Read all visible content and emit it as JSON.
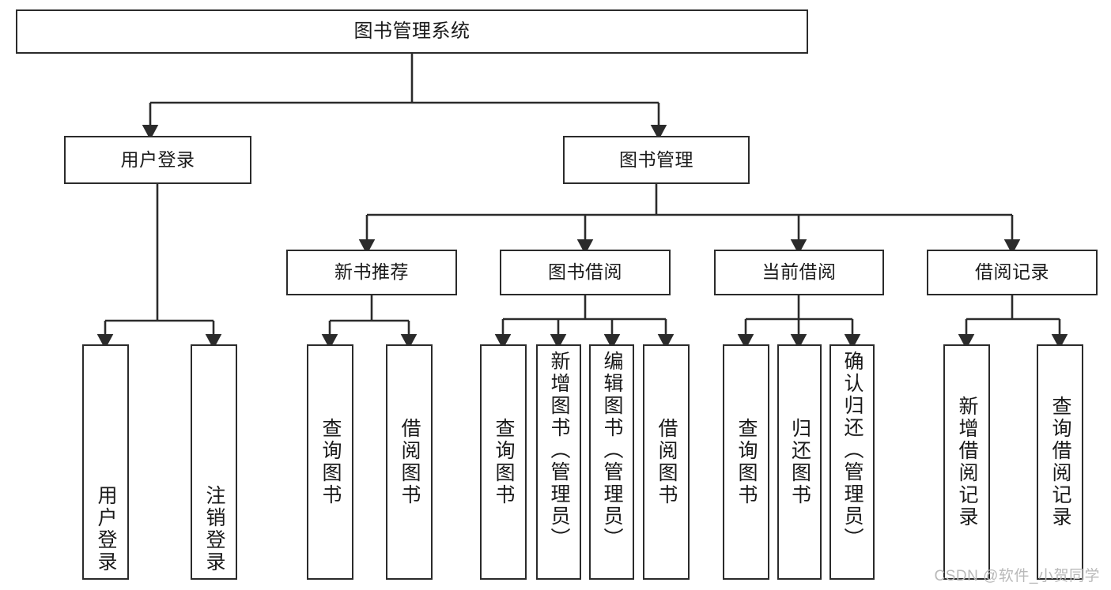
{
  "diagram": {
    "title": "图书管理系统",
    "type": "hierarchy-tree",
    "watermark": "CSDN @软件_小贺同学",
    "colors": {
      "box_border": "#2b2b2b",
      "box_fill": "#ffffff",
      "edge": "#2b2b2b",
      "text": "#1a1a1a",
      "watermark": "#b9b9b9",
      "background": "#ffffff"
    },
    "levels": {
      "level0": [
        {
          "id": "root",
          "label": "图书管理系统",
          "orientation": "horizontal"
        }
      ],
      "level1": [
        {
          "id": "user-login",
          "label": "用户登录",
          "orientation": "horizontal"
        },
        {
          "id": "book-manage",
          "label": "图书管理",
          "orientation": "horizontal"
        }
      ],
      "level2": [
        {
          "id": "new-book-rec",
          "label": "新书推荐",
          "orientation": "horizontal",
          "parent": "book-manage"
        },
        {
          "id": "book-borrow",
          "label": "图书借阅",
          "orientation": "horizontal",
          "parent": "book-manage"
        },
        {
          "id": "current-borrow",
          "label": "当前借阅",
          "orientation": "horizontal",
          "parent": "book-manage"
        },
        {
          "id": "borrow-record",
          "label": "借阅记录",
          "orientation": "horizontal",
          "parent": "book-manage"
        }
      ],
      "level3": [
        {
          "id": "leaf-user-login",
          "label": "用户登录",
          "orientation": "vertical",
          "parent": "user-login"
        },
        {
          "id": "leaf-logout",
          "label": "注销登录",
          "orientation": "vertical",
          "parent": "user-login"
        },
        {
          "id": "leaf-query-book-1",
          "label": "查询图书",
          "orientation": "vertical",
          "parent": "new-book-rec"
        },
        {
          "id": "leaf-borrow-book-1",
          "label": "借阅图书",
          "orientation": "vertical",
          "parent": "new-book-rec"
        },
        {
          "id": "leaf-query-book-2",
          "label": "查询图书",
          "orientation": "vertical",
          "parent": "book-borrow"
        },
        {
          "id": "leaf-add-book",
          "label": "新增图书（管理员）",
          "orientation": "vertical",
          "parent": "book-borrow"
        },
        {
          "id": "leaf-edit-book",
          "label": "编辑图书（管理员）",
          "orientation": "vertical",
          "parent": "book-borrow"
        },
        {
          "id": "leaf-borrow-book-2",
          "label": "借阅图书",
          "orientation": "vertical",
          "parent": "book-borrow"
        },
        {
          "id": "leaf-query-book-3",
          "label": "查询图书",
          "orientation": "vertical",
          "parent": "current-borrow"
        },
        {
          "id": "leaf-return-book",
          "label": "归还图书",
          "orientation": "vertical",
          "parent": "current-borrow"
        },
        {
          "id": "leaf-confirm-return",
          "label": "确认归还（管理员）",
          "orientation": "vertical",
          "parent": "current-borrow"
        },
        {
          "id": "leaf-add-record",
          "label": "新增借阅记录",
          "orientation": "vertical",
          "parent": "borrow-record"
        },
        {
          "id": "leaf-query-record",
          "label": "查询借阅记录",
          "orientation": "vertical",
          "parent": "borrow-record"
        }
      ]
    }
  }
}
